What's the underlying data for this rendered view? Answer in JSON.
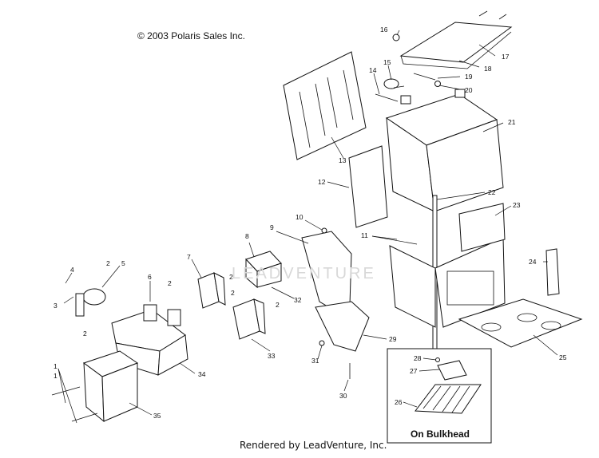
{
  "copyright": "© 2003 Polaris Sales Inc.",
  "footer": "Rendered by LeadVenture, Inc.",
  "watermark": "LEADVENTURE",
  "inset": {
    "caption": "On Bulkhead"
  },
  "callouts": {
    "c1a": "1",
    "c1b": "1",
    "c2a": "2",
    "c2b": "2",
    "c2c": "2",
    "c2d": "2",
    "c2e": "2",
    "c2f": "2",
    "c3": "3",
    "c4": "4",
    "c5": "5",
    "c6": "6",
    "c7": "7",
    "c8": "8",
    "c9": "9",
    "c10": "10",
    "c11": "11",
    "c12": "12",
    "c13": "13",
    "c14": "14",
    "c15": "15",
    "c16": "16",
    "c17": "17",
    "c18": "18",
    "c19": "19",
    "c20": "20",
    "c21": "21",
    "c22": "22",
    "c23": "23",
    "c24": "24",
    "c25": "25",
    "c26": "26",
    "c27": "27",
    "c28": "28",
    "c29": "29",
    "c30": "30",
    "c31": "31",
    "c32": "32",
    "c33": "33",
    "c34": "34",
    "c35": "35"
  }
}
